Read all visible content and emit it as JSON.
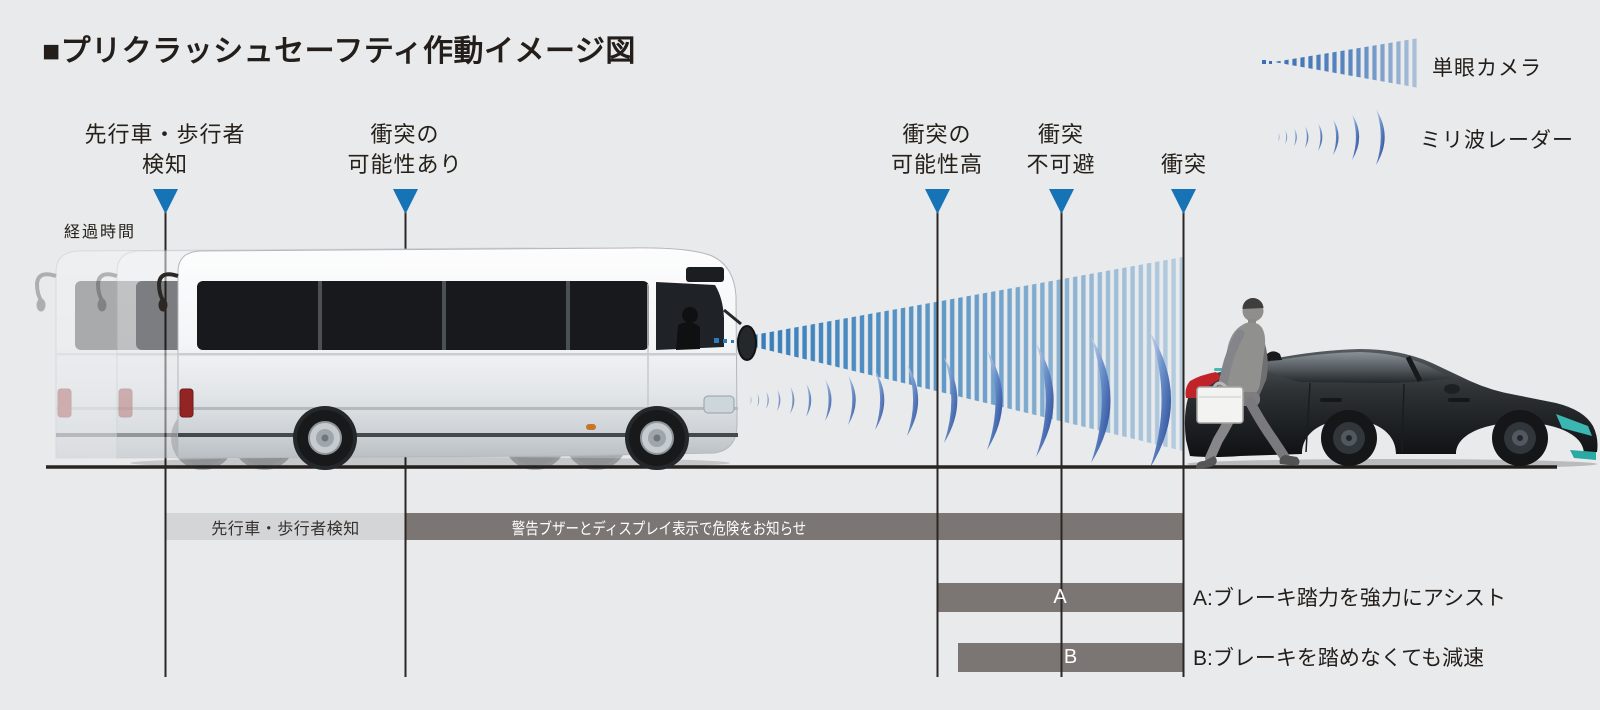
{
  "title": "■プリクラッシュセーフティ作動イメージ図",
  "legend": {
    "camera": {
      "icon": "camera-beam-icon",
      "label": "単眼カメラ"
    },
    "radar": {
      "icon": "radar-wave-icon",
      "label": "ミリ波レーダー"
    }
  },
  "timeline": {
    "elapsed_label": "経過時間",
    "markers": [
      {
        "label": "先行車・歩行者\n検知"
      },
      {
        "label": "衝突の\n可能性あり"
      },
      {
        "label": "衝突の\n可能性高"
      },
      {
        "label": "衝突\n不可避"
      },
      {
        "label": "衝突"
      }
    ]
  },
  "bands": {
    "detection_label": "先行車・歩行者検知",
    "warning_label": "警告ブザーとディスプレイ表示で危険をお知らせ",
    "assist_letter": "A",
    "auto_letter": "B",
    "assist_desc": "A:ブレーキ踏力を強力にアシスト",
    "auto_desc": "B:ブレーキを踏めなくても減速"
  },
  "scene": {
    "ego_vehicle_icon": "bus-icon",
    "obstacle_icons": [
      "pedestrian-icon",
      "car-icon"
    ]
  },
  "colors": {
    "background": "#e8eaec",
    "marker_triangle": "#1673b6",
    "camera_stripe": "#2f7ab8",
    "radar_deep_blue": "#2b4b9b",
    "band_dark": "#7b7573",
    "band_light": "#d3d5d7",
    "ground_line": "#2b2521",
    "tail_lamp_red": "#c02428",
    "headlamp_teal": "#3cb6b0"
  }
}
